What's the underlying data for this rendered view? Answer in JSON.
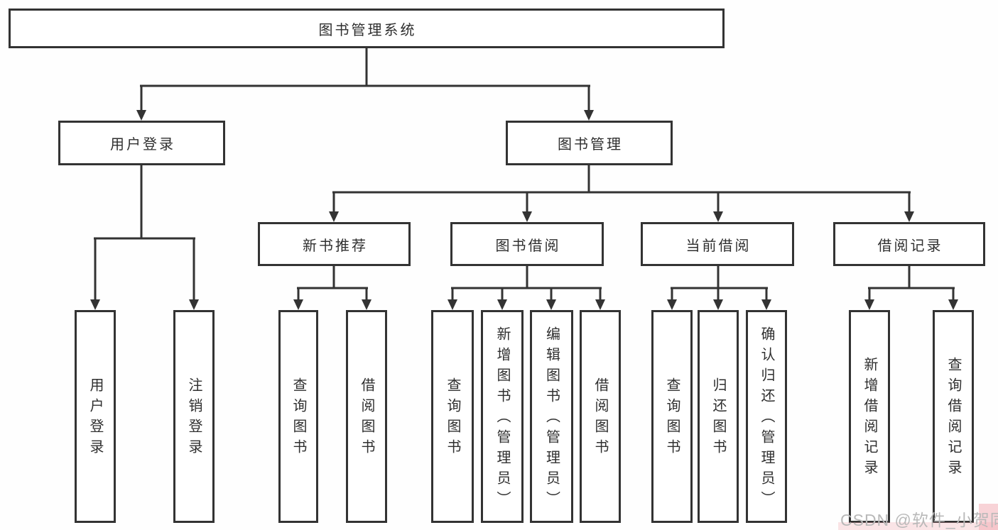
{
  "diagram": {
    "root": {
      "label": "图书管理系统"
    },
    "level2": [
      {
        "label": "用户登录",
        "children": [
          {
            "label": "用户登录"
          },
          {
            "label": "注销登录"
          }
        ]
      },
      {
        "label": "图书管理",
        "children": [
          {
            "label": "新书推荐",
            "children": [
              {
                "label": "查询图书"
              },
              {
                "label": "借阅图书"
              }
            ]
          },
          {
            "label": "图书借阅",
            "children": [
              {
                "label": "查询图书"
              },
              {
                "label": "新增图书（管理员）"
              },
              {
                "label": "编辑图书（管理员）"
              },
              {
                "label": "借阅图书"
              }
            ]
          },
          {
            "label": "当前借阅",
            "children": [
              {
                "label": "查询图书"
              },
              {
                "label": "归还图书"
              },
              {
                "label": "确认归还（管理员）"
              }
            ]
          },
          {
            "label": "借阅记录",
            "children": [
              {
                "label": "新增借阅记录"
              },
              {
                "label": "查询借阅记录"
              }
            ]
          }
        ]
      }
    ]
  },
  "watermark": {
    "text": "CSDN @软件_小贺同学"
  },
  "colors": {
    "line": "#333333",
    "text": "#2f2f2f",
    "box_bg": "#ffffff",
    "background": "#fefefe",
    "watermark": "#b9b9b9",
    "watermark_accent": "#f2a8b0"
  }
}
